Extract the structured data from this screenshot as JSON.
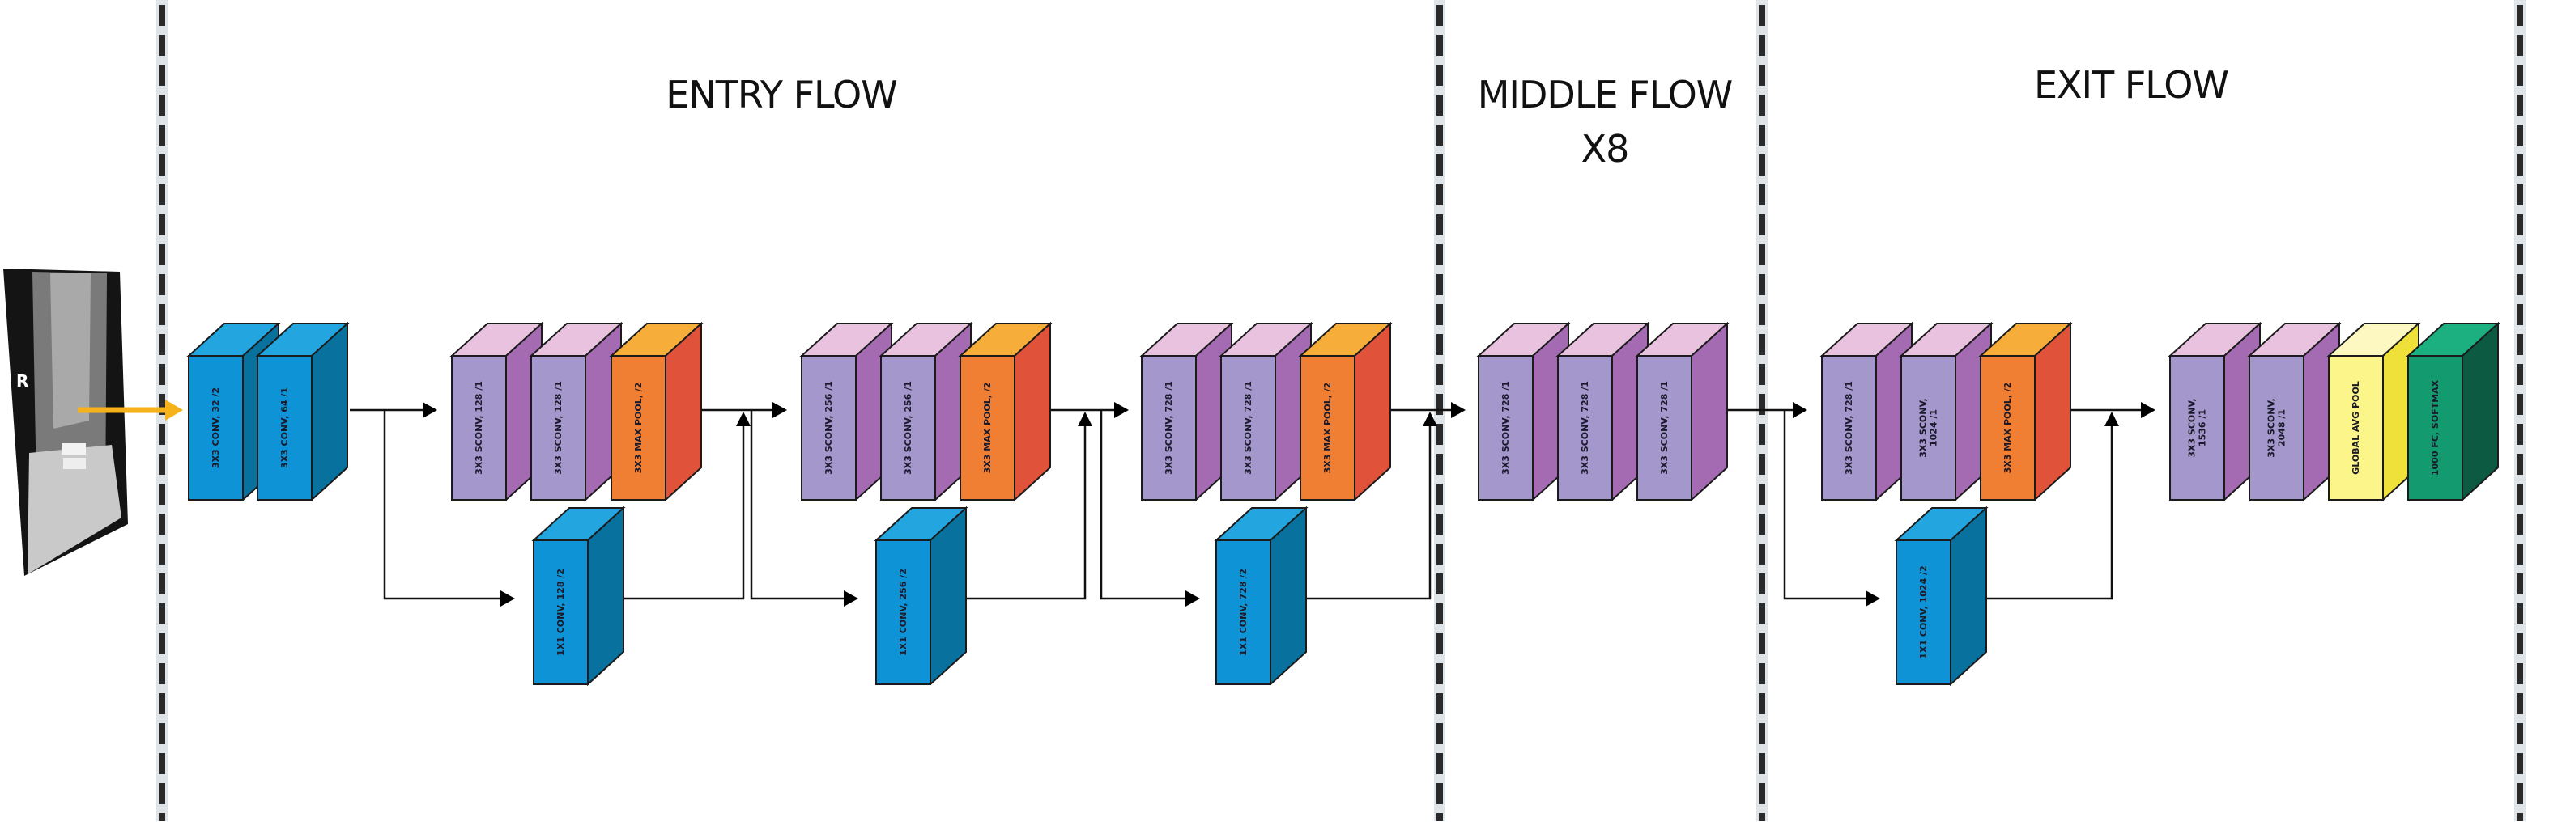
{
  "title": "Xception architecture diagram for X-ray classification",
  "input": {
    "image": "ankle-xray",
    "marker_label": "R",
    "arrow_color": "#f5b21a"
  },
  "sections": {
    "entry": {
      "label": "ENTRY FLOW"
    },
    "middle": {
      "label": "MIDDLE FLOW",
      "repeat": "X8"
    },
    "exit": {
      "label": "EXIT FLOW"
    }
  },
  "colors": {
    "conv": {
      "front": "#0d93d6",
      "top": "#23a6e0",
      "side": "#08719e"
    },
    "sconv": {
      "front": "#a497cb",
      "top": "#e9c2df",
      "side": "#a46bb2"
    },
    "pool": {
      "front": "#f07f33",
      "top": "#f6ad3a",
      "side": "#e0533a"
    },
    "gap": {
      "front": "#fbf58a",
      "top": "#fdf7c2",
      "side": "#f0e13a"
    },
    "fc": {
      "front": "#139a6f",
      "top": "#1caf80",
      "side": "#0d5a43"
    },
    "divider": "#2a2a2a",
    "line": "#111111"
  },
  "blocks": [
    {
      "id": "entry-conv1",
      "type": "conv",
      "lines": [
        "3X3 CONV, 32 /2"
      ]
    },
    {
      "id": "entry-conv2",
      "type": "conv",
      "lines": [
        "3X3 CONV, 64 /1"
      ]
    },
    {
      "id": "entry-b1-sconv1",
      "type": "sconv",
      "lines": [
        "3X3 SCONV, 128 /1"
      ]
    },
    {
      "id": "entry-b1-sconv2",
      "type": "sconv",
      "lines": [
        "3X3 SCONV, 128 /1"
      ]
    },
    {
      "id": "entry-b1-pool",
      "type": "pool",
      "lines": [
        "3X3 MAX POOL, /2"
      ]
    },
    {
      "id": "entry-b1-skip",
      "type": "conv",
      "lines": [
        "1X1 CONV, 128 /2"
      ]
    },
    {
      "id": "entry-b2-sconv1",
      "type": "sconv",
      "lines": [
        "3X3 SCONV, 256 /1"
      ]
    },
    {
      "id": "entry-b2-sconv2",
      "type": "sconv",
      "lines": [
        "3X3 SCONV, 256 /1"
      ]
    },
    {
      "id": "entry-b2-pool",
      "type": "pool",
      "lines": [
        "3X3 MAX POOL, /2"
      ]
    },
    {
      "id": "entry-b2-skip",
      "type": "conv",
      "lines": [
        "1X1 CONV, 256 /2"
      ]
    },
    {
      "id": "entry-b3-sconv1",
      "type": "sconv",
      "lines": [
        "3X3 SCONV, 728 /1"
      ]
    },
    {
      "id": "entry-b3-sconv2",
      "type": "sconv",
      "lines": [
        "3X3 SCONV, 728 /1"
      ]
    },
    {
      "id": "entry-b3-pool",
      "type": "pool",
      "lines": [
        "3X3 MAX POOL, /2"
      ]
    },
    {
      "id": "entry-b3-skip",
      "type": "conv",
      "lines": [
        "1X1 CONV, 728 /2"
      ]
    },
    {
      "id": "middle-sconv1",
      "type": "sconv",
      "lines": [
        "3X3 SCONV, 728 /1"
      ]
    },
    {
      "id": "middle-sconv2",
      "type": "sconv",
      "lines": [
        "3X3 SCONV, 728 /1"
      ]
    },
    {
      "id": "middle-sconv3",
      "type": "sconv",
      "lines": [
        "3X3 SCONV, 728 /1"
      ]
    },
    {
      "id": "exit-sconv1",
      "type": "sconv",
      "lines": [
        "3X3 SCONV, 728 /1"
      ]
    },
    {
      "id": "exit-sconv2",
      "type": "sconv",
      "lines": [
        "3X3 SCONV,",
        "1024 /1"
      ]
    },
    {
      "id": "exit-pool",
      "type": "pool",
      "lines": [
        "3X3 MAX POOL, /2"
      ]
    },
    {
      "id": "exit-skip",
      "type": "conv",
      "lines": [
        "1X1 CONV, 1024 /2"
      ]
    },
    {
      "id": "exit-sconv3",
      "type": "sconv",
      "lines": [
        "3X3 SCONV,",
        "1536 /1"
      ]
    },
    {
      "id": "exit-sconv4",
      "type": "sconv",
      "lines": [
        "3X3 SCONV,",
        "2048 /1"
      ]
    },
    {
      "id": "exit-gap",
      "type": "gap",
      "lines": [
        "GLOBAL AVG POOL"
      ]
    },
    {
      "id": "exit-fc",
      "type": "fc",
      "lines": [
        "1000 FC, SOFTMAX"
      ]
    }
  ]
}
